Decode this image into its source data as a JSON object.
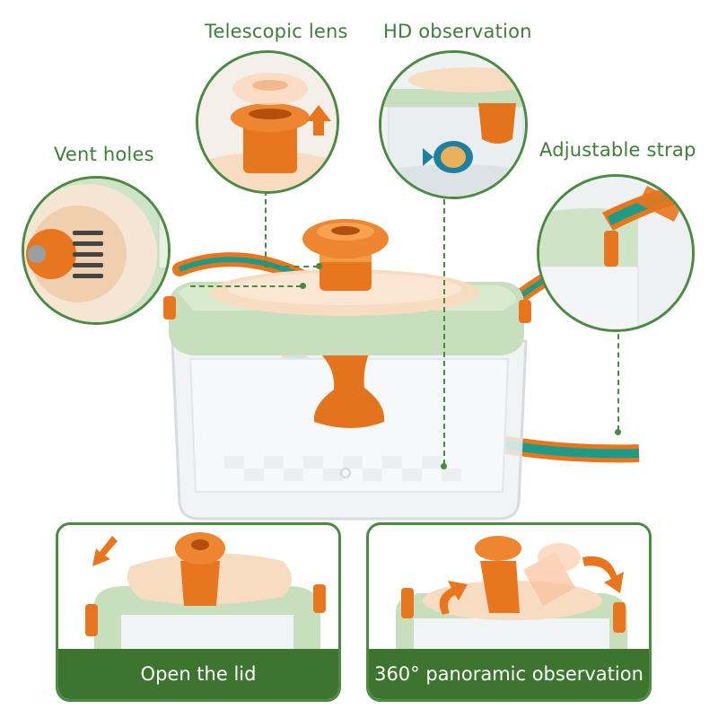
{
  "callouts": {
    "telescopic_lens": "Telescopic lens",
    "hd_observation": "HD observation",
    "vent_holes": "Vent holes",
    "adjustable_strap": "Adjustable strap"
  },
  "panels": {
    "open_lid": "Open the lid",
    "panoramic": "360° panoramic observation"
  },
  "colors": {
    "label_green": "#3f7d3a",
    "banner_green": "#3c7430",
    "lid_green": "#cfe3c6",
    "lens_orange": "#ea7d22",
    "cream": "#f8dcc0",
    "strap_teal": "#1f9a86"
  },
  "icons": [
    "arrow-up-icon",
    "arrow-down-icon",
    "rotate-arrow-icon"
  ]
}
